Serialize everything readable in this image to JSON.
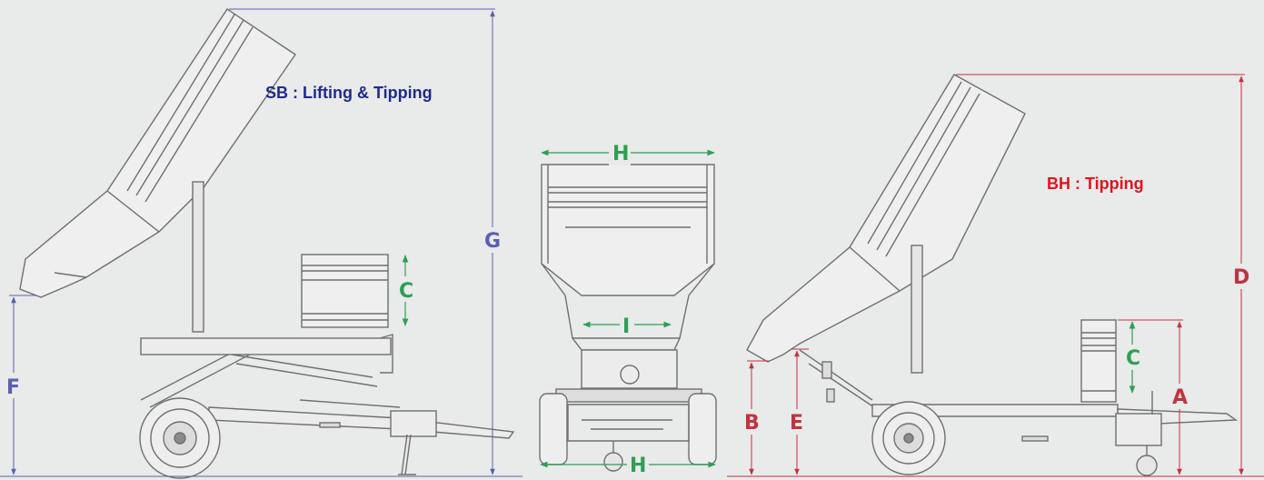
{
  "titles": {
    "sb": "SB : Lifting & Tipping",
    "bh": "BH : Tipping"
  },
  "labels": {
    "a": "A",
    "b": "B",
    "c": "C",
    "d": "D",
    "e": "E",
    "f": "F",
    "g": "G",
    "h": "H",
    "i": "I"
  },
  "colors": {
    "background": "#e9eaea",
    "lines": "#6f6f6f",
    "dim_blue": "#5a5fb0",
    "dim_green": "#2f9e55",
    "dim_red": "#c1333f",
    "title_blue": "#1e2a8c",
    "title_red": "#e0141e"
  }
}
